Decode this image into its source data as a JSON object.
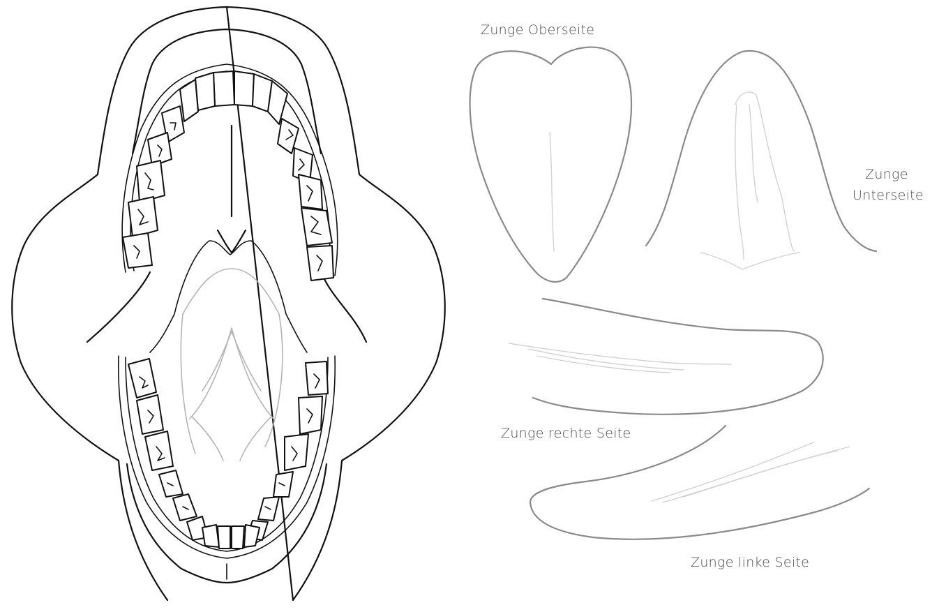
{
  "labels": {
    "top": "Zunge Oberseite",
    "under_line1": "Zunge",
    "under_line2": "Unterseite",
    "right_side": "Zunge rechte Seite",
    "left_side": "Zunge linke Seite"
  },
  "colors": {
    "outline": "#111111",
    "tongue_outline": "#8a8a8a",
    "tongue_detail": "#b5b5b5",
    "label_text": "#4a4a4a"
  }
}
